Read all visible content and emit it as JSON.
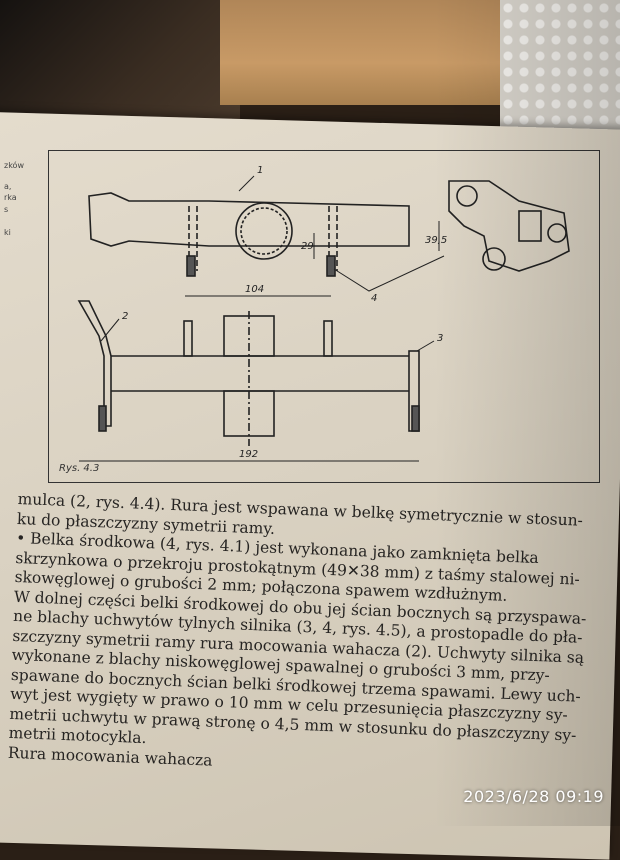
{
  "margin_text": [
    "zków",
    "a,",
    "rka",
    "s",
    "ki"
  ],
  "figure": {
    "caption": "Rys. 4.3",
    "labels": {
      "p1": "1",
      "p2": "2",
      "p3": "3",
      "p4": "4"
    },
    "dims": {
      "d104": "104",
      "d29": "29",
      "d39": "39,5",
      "d192": "192"
    }
  },
  "text_lines": [
    "mulca (2, rys. 4.4). Rura jest wspawana w belkę symetrycznie w stosun-",
    "ku do płaszczyzny symetrii ramy.",
    "• Belka środkowa (4, rys. 4.1) jest wykonana jako zamknięta belka",
    "skrzynkowa o przekroju prostokątnym (49✕38 mm) z taśmy stalowej ni-",
    "skowęglowej o grubości 2 mm; połączona spawem wzdłużnym.",
    "W dolnej części belki środkowej do obu jej ścian bocznych są przyspawa-",
    "ne blachy uchwytów tylnych silnika (3, 4, rys. 4.5), a prostopadle do pła-",
    "szczyzny symetrii ramy rura mocowania wahacza (2). Uchwyty silnika są",
    "wykonane z blachy niskowęglowej spawalnej o grubości 3 mm, przy-",
    "spawane do bocznych ścian belki środkowej trzema spawami. Lewy uch-",
    "wyt jest wygięty w prawo o 10 mm w celu przesunięcia płaszczyzny sy-",
    "metrii uchwytu w prawą stronę o 4,5 mm w stosunku do płaszczyzny sy-",
    "metrii motocykla.",
    "Rura mocowania wahacza"
  ],
  "timestamp": "2023/6/28 09:19"
}
